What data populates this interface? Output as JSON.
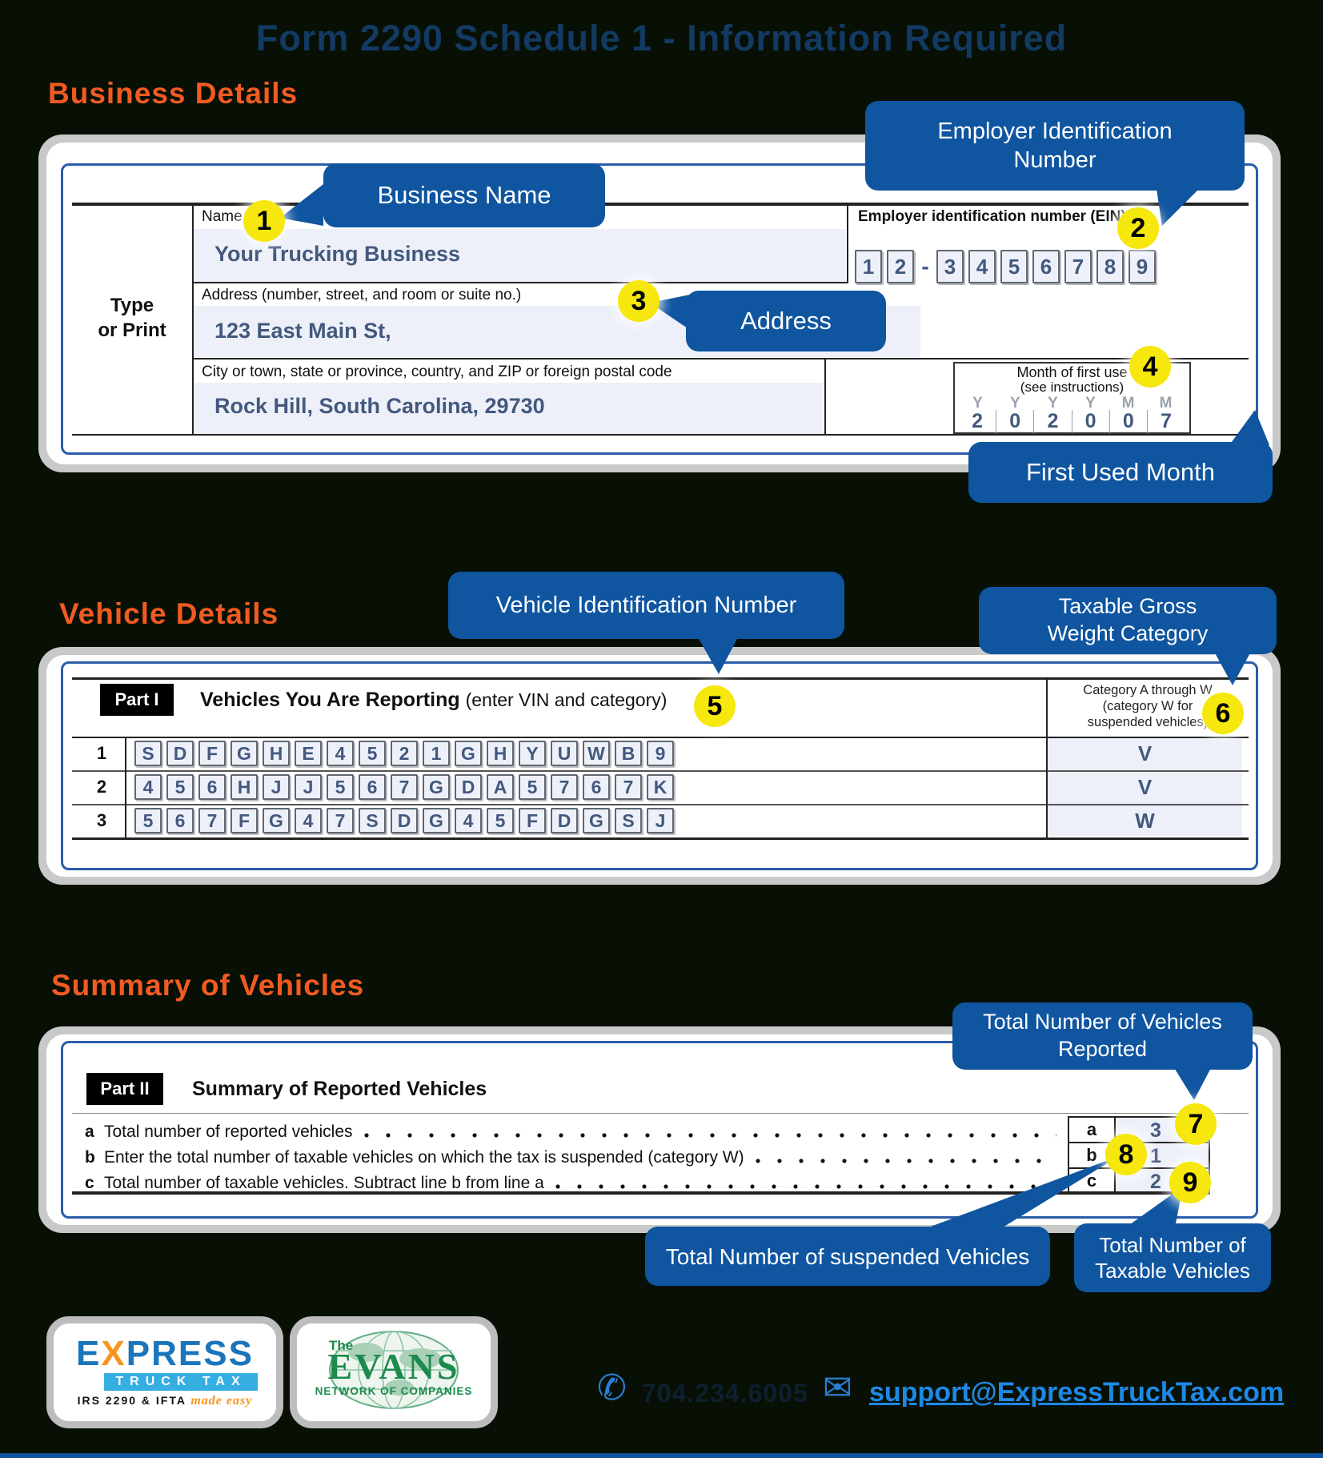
{
  "page": {
    "title": "Form 2290 Schedule 1 - Information Required"
  },
  "colors": {
    "background": "#081005",
    "heading_orange": "#f15b22",
    "callout_blue": "#0f55a0",
    "badge_yellow": "#f6e70e",
    "value_navy": "#43587d",
    "field_lavender": "#edf0f9",
    "email_blue": "#1e88e5",
    "express_blue": "#1b75bb",
    "evans_green": "#1d8a4e"
  },
  "badges": {
    "n1": "1",
    "n2": "2",
    "n3": "3",
    "n4": "4",
    "n5": "5",
    "n6": "6",
    "n7": "7",
    "n8": "8",
    "n9": "9"
  },
  "business": {
    "heading": "Business Details",
    "callout_name": "Business Name",
    "callout_ein": "Employer Identification\nNumber",
    "callout_address": "Address",
    "callout_fum": "First Used Month",
    "form": {
      "type_print_1": "Type",
      "type_print_2": "or Print",
      "name_label": "Name",
      "name_value": "Your Trucking Business",
      "ein_label": "Employer identification number (EIN)",
      "ein_value": "12-3456789",
      "address_label": "Address (number, street, and room or suite no.)",
      "address_value": "123 East Main St,",
      "city_label": "City or town, state or province, country, and ZIP or foreign postal code",
      "city_value": "Rock Hill, South Carolina, 29730",
      "month_label_line1": "Month of first use",
      "month_label_line2": "(see instructions)",
      "month_letters": "YYYYMM",
      "month_digits": "202007"
    }
  },
  "vehicle": {
    "heading": "Vehicle Details",
    "callout_vin": "Vehicle Identification Number",
    "callout_category": "Taxable Gross\nWeight Category",
    "part_label": "Part I",
    "part_title": "Vehicles You Are Reporting",
    "part_note": "(enter VIN and category)",
    "category_header": "Category A through W\n(category W for\nsuspended vehicles)",
    "rows": [
      {
        "num": "1",
        "vin": "SDFGHE4521GHYUWB9",
        "category": "V"
      },
      {
        "num": "2",
        "vin": "456HJJ567GDA5767K",
        "category": "V"
      },
      {
        "num": "3",
        "vin": "567FG47SDG45FDGSJ",
        "category": "W"
      }
    ]
  },
  "summary": {
    "heading": "Summary of Vehicles",
    "part_label": "Part II",
    "part_title": "Summary of Reported Vehicles",
    "callout_reported": "Total Number of Vehicles\nReported",
    "callout_suspended": "Total Number of suspended Vehicles",
    "callout_taxable": "Total Number of\nTaxable Vehicles",
    "rows": [
      {
        "letter": "a",
        "text": "Total number of reported vehicles",
        "value": "3"
      },
      {
        "letter": "b",
        "text": "Enter the total number of taxable vehicles on which the tax is suspended (category W)",
        "value": "1"
      },
      {
        "letter": "c",
        "text": "Total number of taxable vehicles. Subtract line b from line a",
        "value": "2"
      }
    ]
  },
  "footer": {
    "express_logo": {
      "word_pre": "E",
      "word_x": "X",
      "word_post": "PRESS",
      "bar": "TRUCK TAX",
      "tag_left": "IRS 2290 & IFTA",
      "tag_right": "made easy"
    },
    "evans_logo": {
      "the": "The",
      "word": "EVANS",
      "sub": "NETWORK OF COMPANIES"
    },
    "phone": "704.234.6005",
    "email": "support@ExpressTruckTax.com"
  }
}
